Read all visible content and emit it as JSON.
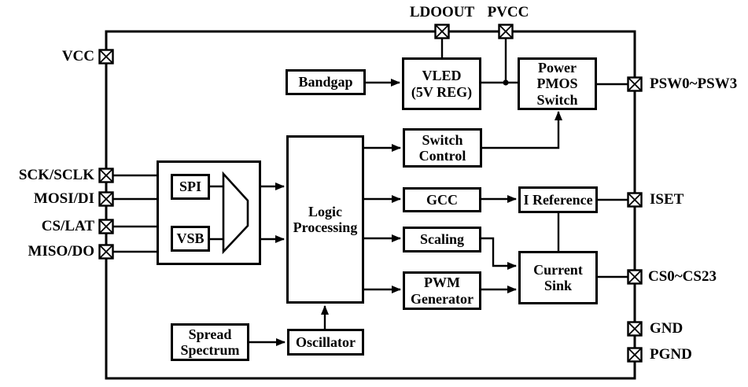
{
  "pins": {
    "ldoout": {
      "label": "LDOOUT"
    },
    "pvcc": {
      "label": "PVCC"
    },
    "vcc": {
      "label": "VCC"
    },
    "sck": {
      "label": "SCK/SCLK"
    },
    "mosi": {
      "label": "MOSI/DI"
    },
    "cslat": {
      "label": "CS/LAT"
    },
    "miso": {
      "label": "MISO/DO"
    },
    "psw": {
      "label": "PSW0~PSW3"
    },
    "iset": {
      "label": "ISET"
    },
    "cs": {
      "label": "CS0~CS23"
    },
    "gnd": {
      "label": "GND"
    },
    "pgnd": {
      "label": "PGND"
    }
  },
  "blocks": {
    "bandgap": {
      "label": "Bandgap"
    },
    "vled": {
      "label": "VLED\n(5V REG)"
    },
    "power_pmos": {
      "label": "Power\nPMOS\nSwitch"
    },
    "switch_control": {
      "label": "Switch\nControl"
    },
    "gcc": {
      "label": "GCC"
    },
    "scaling": {
      "label": "Scaling"
    },
    "pwm_generator": {
      "label": "PWM\nGenerator"
    },
    "i_reference": {
      "label": "I Reference"
    },
    "current_sink": {
      "label": "Current\nSink"
    },
    "logic_processing": {
      "label": "Logic\nProcessing"
    },
    "spi": {
      "label": "SPI"
    },
    "vsb": {
      "label": "VSB"
    },
    "spread_spectrum": {
      "label": "Spread\nSpectrum"
    },
    "oscillator": {
      "label": "Oscillator"
    }
  },
  "colors": {
    "ink": "#000000",
    "background": "#ffffff"
  }
}
